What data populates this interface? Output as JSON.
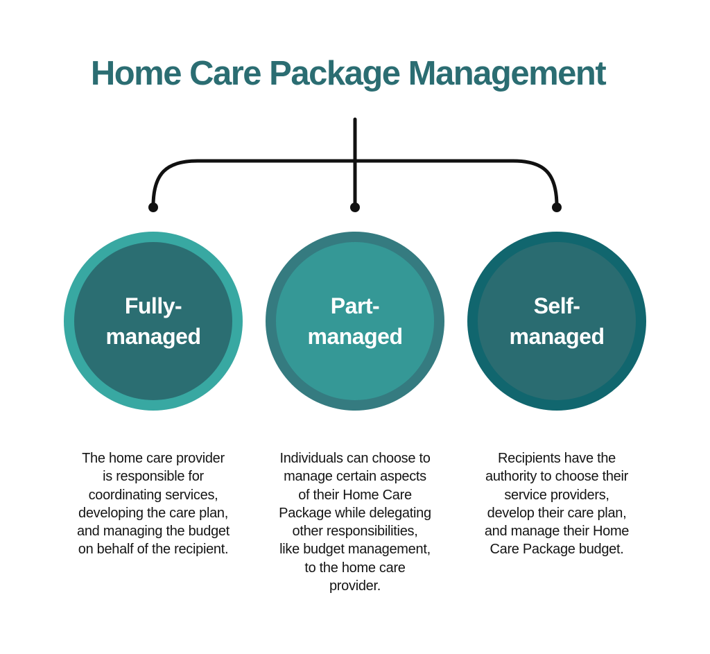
{
  "title": "Home Care Package Management",
  "colors": {
    "title": "#2b6d72",
    "connector": "#111111",
    "fully_ring": "#38a8a2",
    "fully_fill": "#2b6e72",
    "part_ring": "#357b80",
    "part_fill": "#359896",
    "self_ring": "#11666e",
    "self_fill": "#2a6c71"
  },
  "options": [
    {
      "label_lines": [
        "Fully-",
        "managed"
      ],
      "description_lines": [
        "The home care provider",
        "is responsible for",
        "coordinating services,",
        "developing the care plan,",
        "and managing the budget",
        "on behalf of the recipient."
      ]
    },
    {
      "label_lines": [
        "Part-",
        "managed"
      ],
      "description_lines": [
        "Individuals can choose to",
        "manage certain aspects",
        "of their Home Care",
        "Package while delegating",
        "other responsibilities,",
        "like budget management,",
        "to the home care",
        "provider."
      ]
    },
    {
      "label_lines": [
        "Self-",
        "managed"
      ],
      "description_lines": [
        "Recipients have the",
        "authority to choose their",
        "service providers,",
        "develop their care plan,",
        "and manage their Home",
        "Care Package budget."
      ]
    }
  ]
}
